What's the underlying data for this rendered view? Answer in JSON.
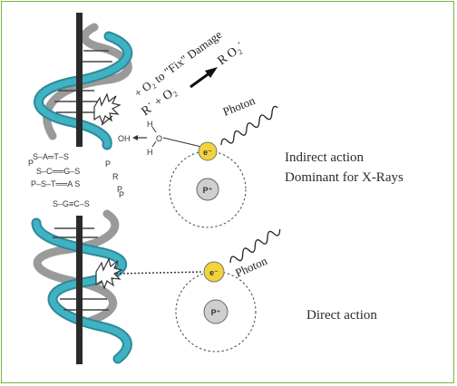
{
  "colors": {
    "frame": "#7cb342",
    "helix_teal": "#3fb2c4",
    "helix_gray": "#9a9a9a",
    "backbone": "#2a2a2a",
    "electron": "#f2d33b",
    "proton": "#cfcfcf",
    "text": "#2b2b2b"
  },
  "icons": [
    "dna-helix-icon",
    "electron-icon",
    "proton-icon",
    "photon-wave-icon",
    "damage-burst-icon"
  ],
  "reaction": {
    "line1": "+ O₂ to \"Fix\" Damage",
    "radical": "R˙ + O₂",
    "product": "R O₂˙"
  },
  "molecule": {
    "oh": "OH",
    "h1": "H",
    "o": "O",
    "h2": "H"
  },
  "bases": {
    "row1": "S–A═T–S",
    "row2": "S–C══G–S",
    "row3": "P–S–T══A S",
    "row4": "S–G≡C–S",
    "p_a": "P",
    "p_b": "P",
    "p_c": "P",
    "p_d": "P",
    "r": "R"
  },
  "atom_top": {
    "electron": "e⁻",
    "proton": "P⁺"
  },
  "atom_bottom": {
    "electron": "e⁻",
    "proton": "P⁺"
  },
  "photon_top": "Photon",
  "photon_bottom": "Photon",
  "indirect": {
    "line1": "Indirect action",
    "line2": "Dominant for X-Rays"
  },
  "direct": "Direct action"
}
